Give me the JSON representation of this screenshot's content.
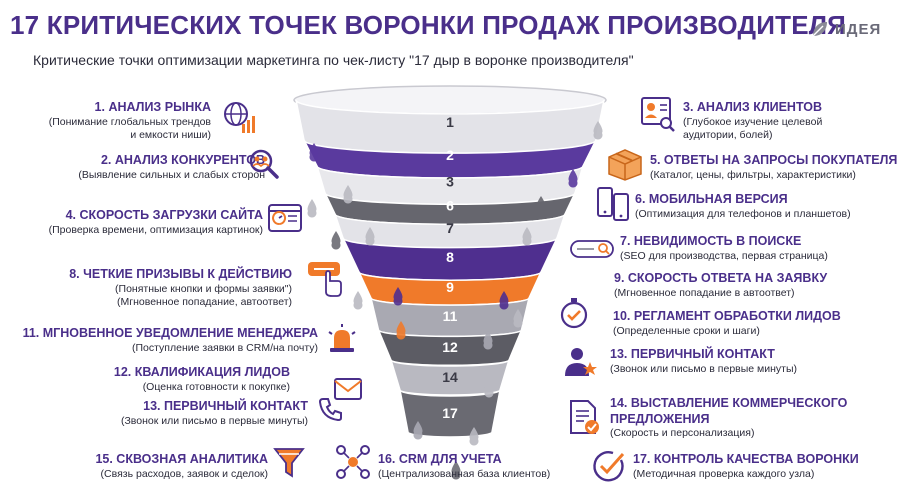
{
  "header": {
    "title": "17 КРИТИЧЕСКИХ ТОЧЕК ВОРОНКИ ПРОДАЖ ПРОИЗВОДИТЕЛЯ",
    "subtitle": "Критические точки оптимизации маркетинга по чек-листу \"17 дыр в воронке производителя\"",
    "logo": "ИДЕЯ"
  },
  "colors": {
    "purple": "#5a3a9e",
    "dark": "#4a2f8a",
    "orange": "#f07a2a",
    "gray": "#5f5f68",
    "lightgray": "#d8d8de"
  },
  "funnel": {
    "stages": [
      "1",
      "2",
      "3",
      "6",
      "7",
      "8",
      "9",
      "11",
      "12",
      "14",
      "17"
    ],
    "stage_colors": [
      "#e3e3e8",
      "#5a3a9e",
      "#e8e8ec",
      "#66666e",
      "#e3e3e8",
      "#4f2f8f",
      "#f07a2a",
      "#a9a9b2",
      "#5c5c64",
      "#b9b9c1",
      "#6a6a72"
    ]
  },
  "items": {
    "i1": {
      "title": "1. АНАЛИЗ РЫНКА",
      "desc": [
        "(Понимание глобальных трендов",
        "и емкости ниши)"
      ]
    },
    "i2": {
      "title": "2. АНАЛИЗ КОНКУРЕНТОВ",
      "desc": [
        "(Выявление сильных и слабых сторон"
      ]
    },
    "i3": {
      "title": "3. АНАЛИЗ КЛИЕНТОВ",
      "desc": [
        "(Глубокое изучение целевой",
        "аудитории, болей)"
      ]
    },
    "i4": {
      "title": "4. СКОРОСТЬ ЗАГРУЗКИ САЙТА",
      "desc": [
        "(Проверка времени, оптимизация картинок)"
      ]
    },
    "i5": {
      "title": "5. ОТВЕТЫ НА ЗАПРОСЫ ПОКУПАТЕЛЯ",
      "desc": [
        "(Каталог, цены, фильтры, характеристики)"
      ]
    },
    "i6": {
      "title": "6. МОБИЛЬНАЯ ВЕРСИЯ",
      "desc": [
        "(Оптимизация для телефонов и планшетов)"
      ]
    },
    "i7": {
      "title": "7. НЕВИДИМОСТЬ В ПОИСКЕ",
      "desc": [
        "(SEO для производства, первая страница)"
      ]
    },
    "i8": {
      "title": "8. ЧЕТКИЕ ПРИЗЫВЫ К ДЕЙСТВИЮ",
      "desc": [
        "(Понятные кнопки и формы заявки\")",
        "(Мгновенное попадание, автоответ)"
      ]
    },
    "i9": {
      "title": "9. СКОРОСТЬ ОТВЕТА НА ЗАЯВКУ",
      "desc": [
        "(Мгновенное попадание в автоответ)"
      ]
    },
    "i10": {
      "title": "10. РЕГЛАМЕНТ ОБРАБОТКИ ЛИДОВ",
      "desc": [
        "(Определенные сроки и шаги)"
      ]
    },
    "i11": {
      "title": "11. МГНОВЕННОЕ УВЕДОМЛЕНИЕ МЕНЕДЖЕРА",
      "desc": [
        "(Поступление заявки в CRM/на почту)"
      ]
    },
    "i12": {
      "title": "12. КВАЛИФИКАЦИЯ ЛИДОВ",
      "desc": [
        "(Оценка готовности к покупке)"
      ]
    },
    "i13a": {
      "title": "13. ПЕРВИЧНЫЙ КОНТАКТ",
      "desc": [
        "(Звонок или письмо в первые минуты)"
      ]
    },
    "i13b": {
      "title": "13. ПЕРВИЧНЫЙ КОНТАКТ",
      "desc": [
        "(Звонок или письмо в первые минуты)"
      ]
    },
    "i14": {
      "title": [
        "14. ВЫСТАВЛЕНИЕ КОММЕРЧЕСКОГО",
        "ПРЕДЛОЖЕНИЯ"
      ],
      "desc": [
        "(Скорость и персонализация)"
      ]
    },
    "i15": {
      "title": "15. СКВОЗНАЯ АНАЛИТИКА",
      "desc": [
        "(Связь расходов, заявок и сделок)"
      ]
    },
    "i16": {
      "title": "16. CRM ДЛЯ УЧЕТА",
      "desc": [
        "(Централизованная база клиентов)"
      ]
    },
    "i17": {
      "title": "17. КОНТРОЛЬ КАЧЕСТВА ВОРОНКИ",
      "desc": [
        "(Методичная проверка каждого узла)"
      ]
    }
  }
}
